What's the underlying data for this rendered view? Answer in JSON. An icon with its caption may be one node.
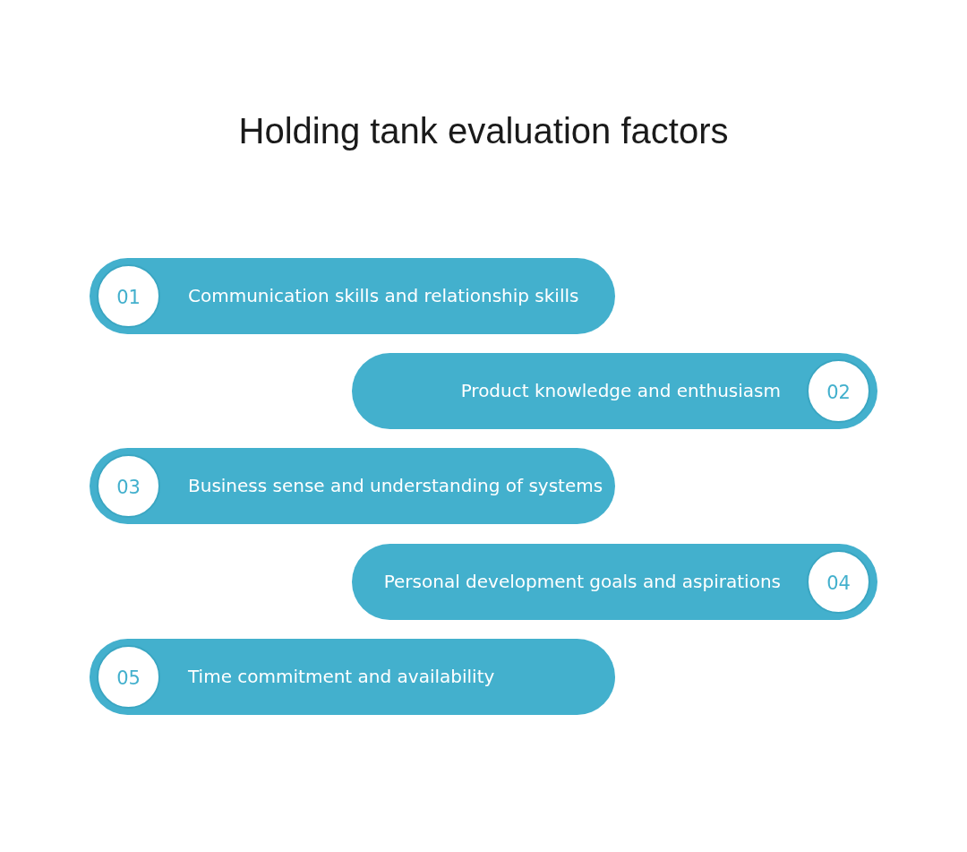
{
  "diagram": {
    "title": "Holding tank evaluation factors",
    "nodes": [
      {
        "text": [
          "Communication skills and relationship skills"
        ]
      },
      {
        "text": [
          "01"
        ],
        "in": 0
      },
      {
        "text": [
          "Product knowledge and enthusiasm"
        ]
      },
      {
        "text": [
          "02"
        ],
        "in": 2
      },
      {
        "text": [
          "Business sense and understanding of systems"
        ]
      },
      {
        "text": [
          "03"
        ],
        "in": 4
      },
      {
        "text": [
          "Personal development goals and aspirations"
        ]
      },
      {
        "text": [
          "04"
        ],
        "in": 6
      },
      {
        "text": [
          "Time commitment and availability"
        ]
      },
      {
        "text": [
          "05"
        ],
        "in": 8
      }
    ],
    "edges": []
  }
}
